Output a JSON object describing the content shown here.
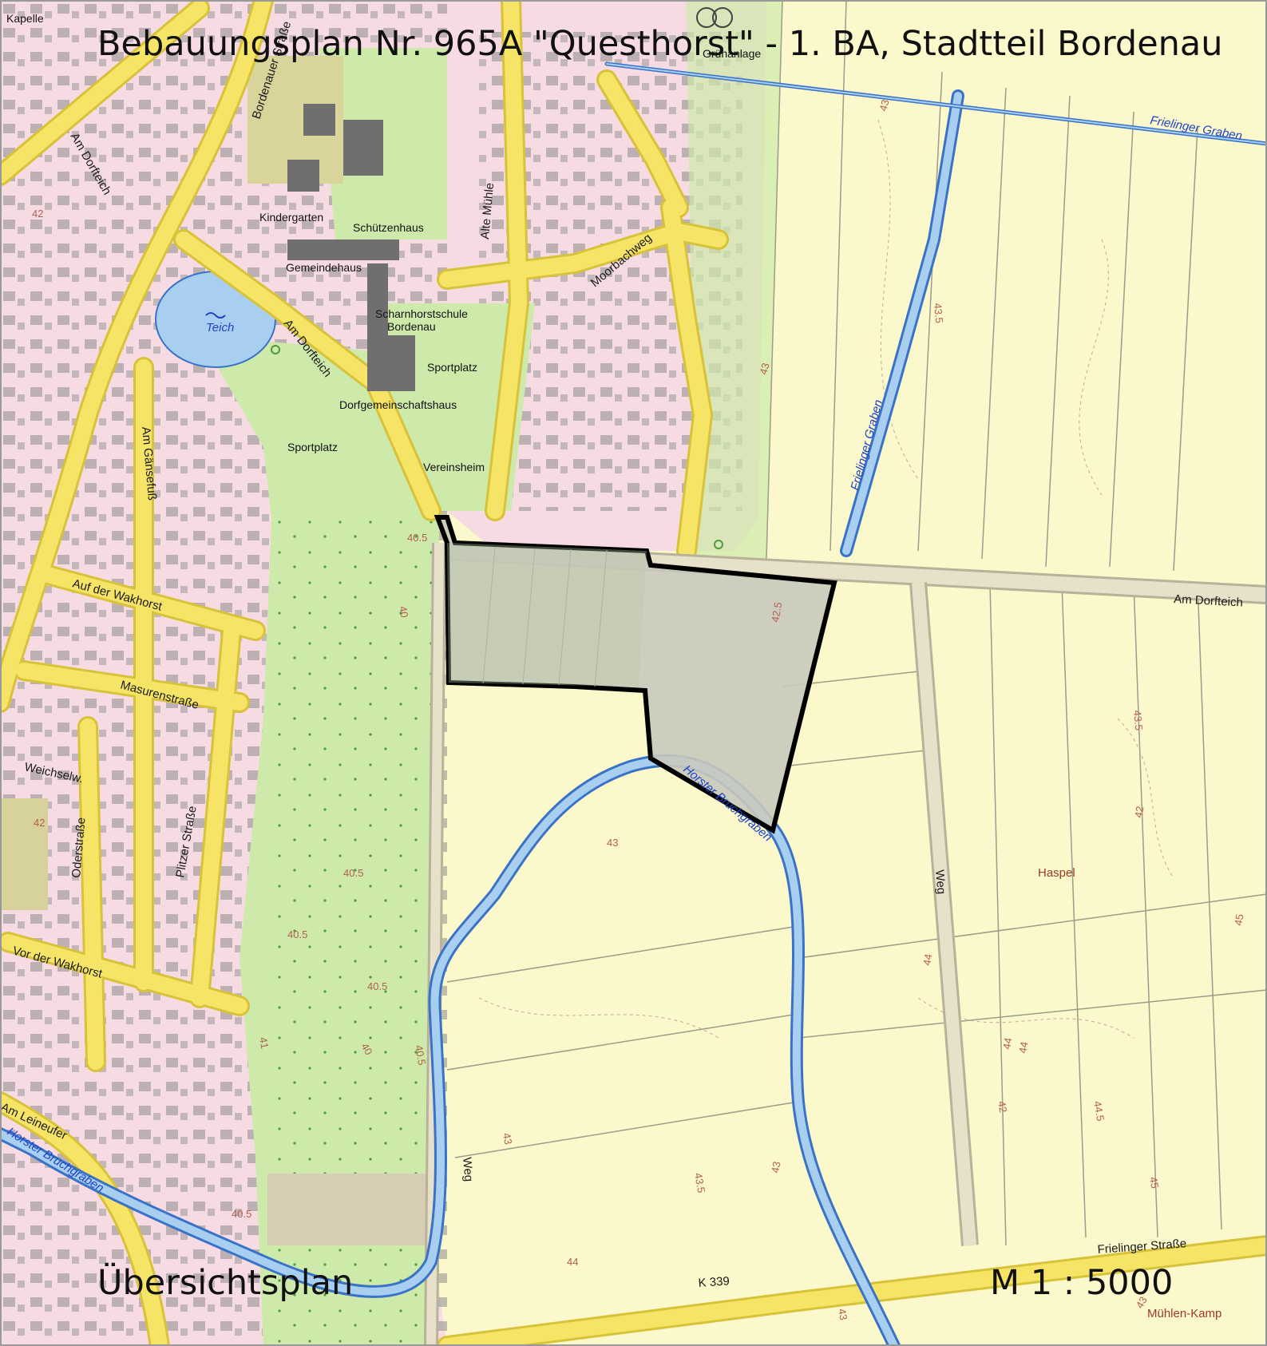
{
  "title": "Bebauungsplan Nr. 965A \"Questhorst\" - 1. BA, Stadtteil Bordenau",
  "overview_label": "Übersichtsplan",
  "scale": "M 1 : 5000",
  "colors": {
    "residential": "#f7dbe2",
    "field": "#fbf8cb",
    "green": "#cdeaaa",
    "road": "#f5e466",
    "road_outline": "#d8c23a",
    "water": "#a8cff0",
    "water_outline": "#3a72c8",
    "plan_fill": "#c9c9bd",
    "plan_outline": "#000000",
    "building": "#8c8c8c"
  },
  "streets": {
    "bordenauer_strasse": "Bordenauer Straße",
    "am_dorfteich_west": "Am Dorfteich",
    "am_dorfteich_central": "Am Dorfteich",
    "am_dorfteich_east": "Am Dorfteich",
    "alte_muehle": "Alte Mühle",
    "moorbachweg": "Moorbachweg",
    "am_gaensefuss": "Am Gänsefuß",
    "auf_der_wakhorst": "Auf der Wakhorst",
    "masurenstrasse": "Masurenstraße",
    "weichselweg": "Weichselw.",
    "oderstrasse": "Oderstraße",
    "plitzer_strasse": "Plitzer Straße",
    "vor_der_wakhorst": "Vor der Wakhorst",
    "am_leineufer": "Am Leineufer",
    "weg_west": "Weg",
    "weg_east": "Weg",
    "frielinger_strasse": "Frielinger Straße",
    "k339": "K 339"
  },
  "places": {
    "kapelle": "Kapelle",
    "kindergarten": "Kindergarten",
    "schuetzenhaus": "Schützenhaus",
    "gemeindehaus": "Gemeindehaus",
    "scharnhorstschule": "Scharnhorstschule",
    "bordenau": "Bordenau",
    "sportplatz_1": "Sportplatz",
    "sportplatz_2": "Sportplatz",
    "dorfgemeinschaftshaus": "Dorfgemeinschaftshaus",
    "vereinsheim": "Vereinsheim",
    "gruenanlage": "Grünanlage",
    "haspel": "Haspel",
    "muehlen_kamp": "Mühlen-Kamp"
  },
  "waters": {
    "teich": "Teich",
    "frielinger_graben_1": "Frielinger Graben",
    "frielinger_graben_2": "Frielinger Graben",
    "horster_bruchgraben_1": "Horster Bruchgraben",
    "horster_bruchgraben_2": "Horster Bruchgraben"
  },
  "heights": [
    "40.5",
    "40.5",
    "40",
    "40.5",
    "40.5",
    "40.5",
    "40",
    "40.5",
    "42",
    "42.5",
    "42",
    "43",
    "43.5",
    "43",
    "43",
    "43",
    "43",
    "43.5",
    "44",
    "44",
    "44",
    "44.5",
    "45",
    "45",
    "43",
    "41",
    "42",
    "42",
    "43.5",
    "43",
    "44"
  ]
}
